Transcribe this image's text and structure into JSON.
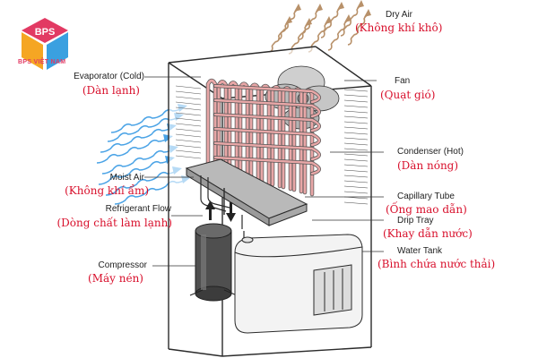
{
  "brand": {
    "name": "BPS VIỆT NAM",
    "mark": "BPS",
    "colors": [
      "#e23a63",
      "#f5a623",
      "#9ccc3c",
      "#3aa0e0"
    ]
  },
  "labels": {
    "dry_air": {
      "en": "Dry Air",
      "vi": "(Không khí khô)"
    },
    "evaporator": {
      "en": "Evaporator (Cold)",
      "vi": "(Dàn lạnh)"
    },
    "fan": {
      "en": "Fan",
      "vi": "(Quạt gió)"
    },
    "condenser": {
      "en": "Condenser (Hot)",
      "vi": "(Dàn nóng)"
    },
    "moist_air": {
      "en": "Moist Air",
      "vi": "(Không khí ẩm)"
    },
    "capillary_tube": {
      "en": "Capillary Tube",
      "vi": "(Ống mao dẫn)"
    },
    "refrigerant_flow": {
      "en": "Refrigerant Flow",
      "vi": "(Dòng chất làm lạnh)"
    },
    "drip_tray": {
      "en": "Drip Tray",
      "vi": "(Khay dẫn nước)"
    },
    "water_tank": {
      "en": "Water Tank",
      "vi": "(Bình chứa nước thải)"
    },
    "compressor": {
      "en": "Compressor",
      "vi": "(Máy nén)"
    }
  },
  "colors": {
    "vi_text": "#d8102c",
    "dry_air_arrow": "#b8916a",
    "moist_air_arrow": "#4aa3e6",
    "coil": "#e8a7a7",
    "outline": "#2b2b2b"
  }
}
